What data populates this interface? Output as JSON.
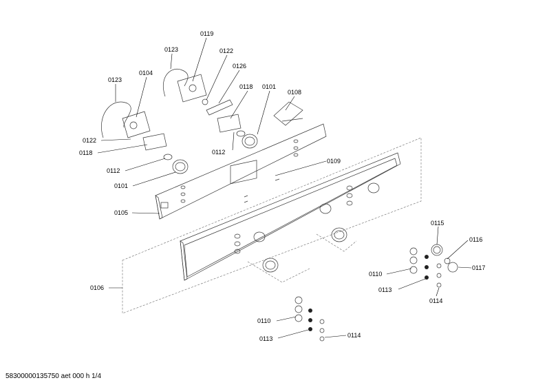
{
  "callouts": [
    {
      "id": "c0119a",
      "text": "0119"
    },
    {
      "id": "c0123a",
      "text": "0123"
    },
    {
      "id": "c0122a",
      "text": "0122"
    },
    {
      "id": "c0123b",
      "text": "0123"
    },
    {
      "id": "c0104",
      "text": "0104"
    },
    {
      "id": "c0126",
      "text": "0126"
    },
    {
      "id": "c0118a",
      "text": "0118"
    },
    {
      "id": "c0101a",
      "text": "0101"
    },
    {
      "id": "c0108",
      "text": "0108"
    },
    {
      "id": "c0122b",
      "text": "0122"
    },
    {
      "id": "c0118b",
      "text": "0118"
    },
    {
      "id": "c0112a",
      "text": "0112"
    },
    {
      "id": "c0112b",
      "text": "0112"
    },
    {
      "id": "c0109",
      "text": "0109"
    },
    {
      "id": "c0101b",
      "text": "0101"
    },
    {
      "id": "c0105",
      "text": "0105"
    },
    {
      "id": "c0115",
      "text": "0115"
    },
    {
      "id": "c0116",
      "text": "0116"
    },
    {
      "id": "c0110a",
      "text": "0110"
    },
    {
      "id": "c0117",
      "text": "0117"
    },
    {
      "id": "c0113a",
      "text": "0113"
    },
    {
      "id": "c0114a",
      "text": "0114"
    },
    {
      "id": "c0106",
      "text": "0106"
    },
    {
      "id": "c0110b",
      "text": "0110"
    },
    {
      "id": "c0113b",
      "text": "0113"
    },
    {
      "id": "c0114b",
      "text": "0114"
    }
  ],
  "footer": "58300000135750 aet 000 h 1/4"
}
